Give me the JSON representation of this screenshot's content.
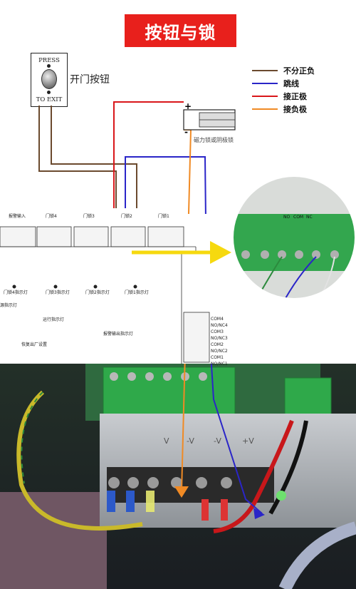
{
  "title": "按钮与锁",
  "button": {
    "press": "PRESS",
    "to_exit": "TO EXIT",
    "label": "开门按钮"
  },
  "legend": [
    {
      "label": "不分正负",
      "color": "#6b4a2e"
    },
    {
      "label": "跳线",
      "color": "#2a25c8"
    },
    {
      "label": "接正极",
      "color": "#d9171a"
    },
    {
      "label": "接负极",
      "color": "#f08a24"
    }
  ],
  "lock": {
    "label": "磁力锁或阴极锁",
    "plus": "+",
    "minus": "-"
  },
  "board": {
    "headers": [
      "报警输入",
      "门锁4",
      "门锁3",
      "门锁2",
      "门锁1"
    ],
    "indicators": [
      "门锁4指示灯",
      "门锁3指示灯",
      "门锁2指示灯",
      "门锁1指示灯"
    ],
    "misc": [
      "源指示灯",
      "运行指示灯",
      "恢复出厂设置",
      "报警输出指示灯"
    ],
    "relay_terms": [
      "COM4",
      "NO/NC4",
      "COM3",
      "NO/NC3",
      "COM2",
      "NO/NC2",
      "COM1",
      "NO/NC1"
    ],
    "nc": "NC",
    "com": "COM",
    "no": "NO"
  },
  "colors": {
    "red": "#e8201c",
    "yellow": "#f6d90f"
  }
}
